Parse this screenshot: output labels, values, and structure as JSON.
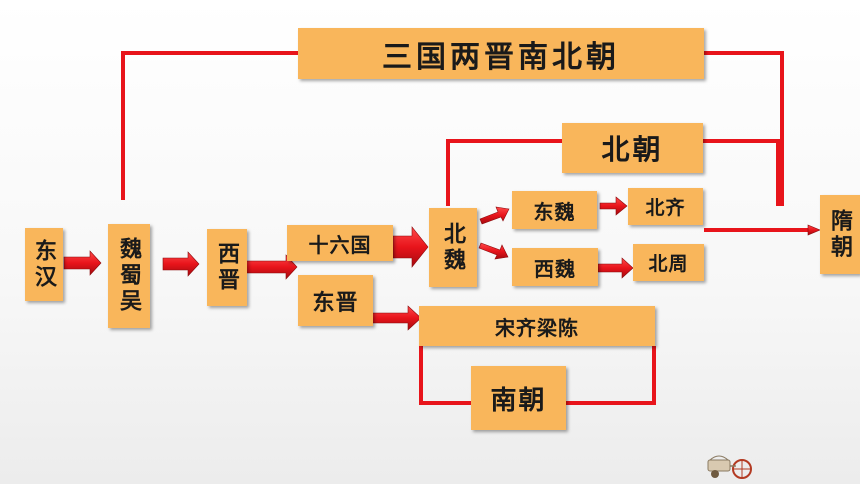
{
  "diagram": {
    "title": "三国两晋南北朝",
    "nodes": {
      "donghan": "东汉",
      "weishuwu": "魏蜀吴",
      "xijin": "西晋",
      "shiliuguo": "十六国",
      "dongjin": "东晋",
      "beiwei": "北魏",
      "dongwei": "东魏",
      "xiwei": "西魏",
      "beiqi": "北齐",
      "beizhou": "北周",
      "songqiliangchen": "宋齐梁陈",
      "beichao": "北朝",
      "nanchao": "南朝",
      "sui": "隋朝"
    },
    "colors": {
      "box": "#f9b65b",
      "connector": "#e8141b"
    }
  }
}
